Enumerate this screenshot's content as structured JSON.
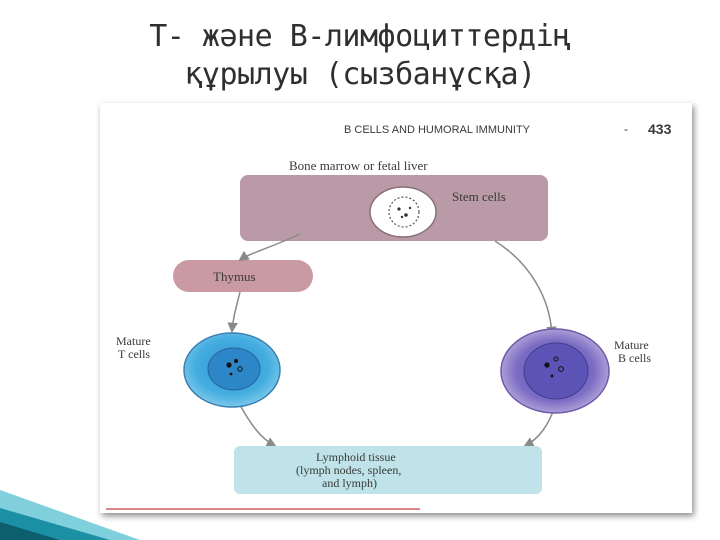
{
  "slide": {
    "title_line1": "Т- және В-лимфоциттердің",
    "title_line2": "құрылуы (сызбанұсқа)"
  },
  "figure": {
    "header": "B CELLS AND HUMORAL IMMUNITY",
    "page_number": "433",
    "top_box_label": "Bone marrow or fetal liver",
    "stem_cells_label": "Stem cells",
    "thymus_label": "Thymus",
    "mature_t_line1": "Mature",
    "mature_t_line2": "T cells",
    "mature_b_line1": "Mature",
    "mature_b_line2": "B cells",
    "lymphoid_line1": "Lymphoid tissue",
    "lymphoid_line2": "(lymph nodes, spleen,",
    "lymphoid_line3": "and lymph)"
  },
  "colors": {
    "bone_marrow_box": "#b99aa6",
    "thymus_box": "#c99aa2",
    "lymphoid_box": "#bfe3e8",
    "t_cell": "#3fa9dc",
    "b_cell": "#9a86c2",
    "arrow": "#8a8a8a",
    "corner_teal": "#1b8fa3"
  }
}
